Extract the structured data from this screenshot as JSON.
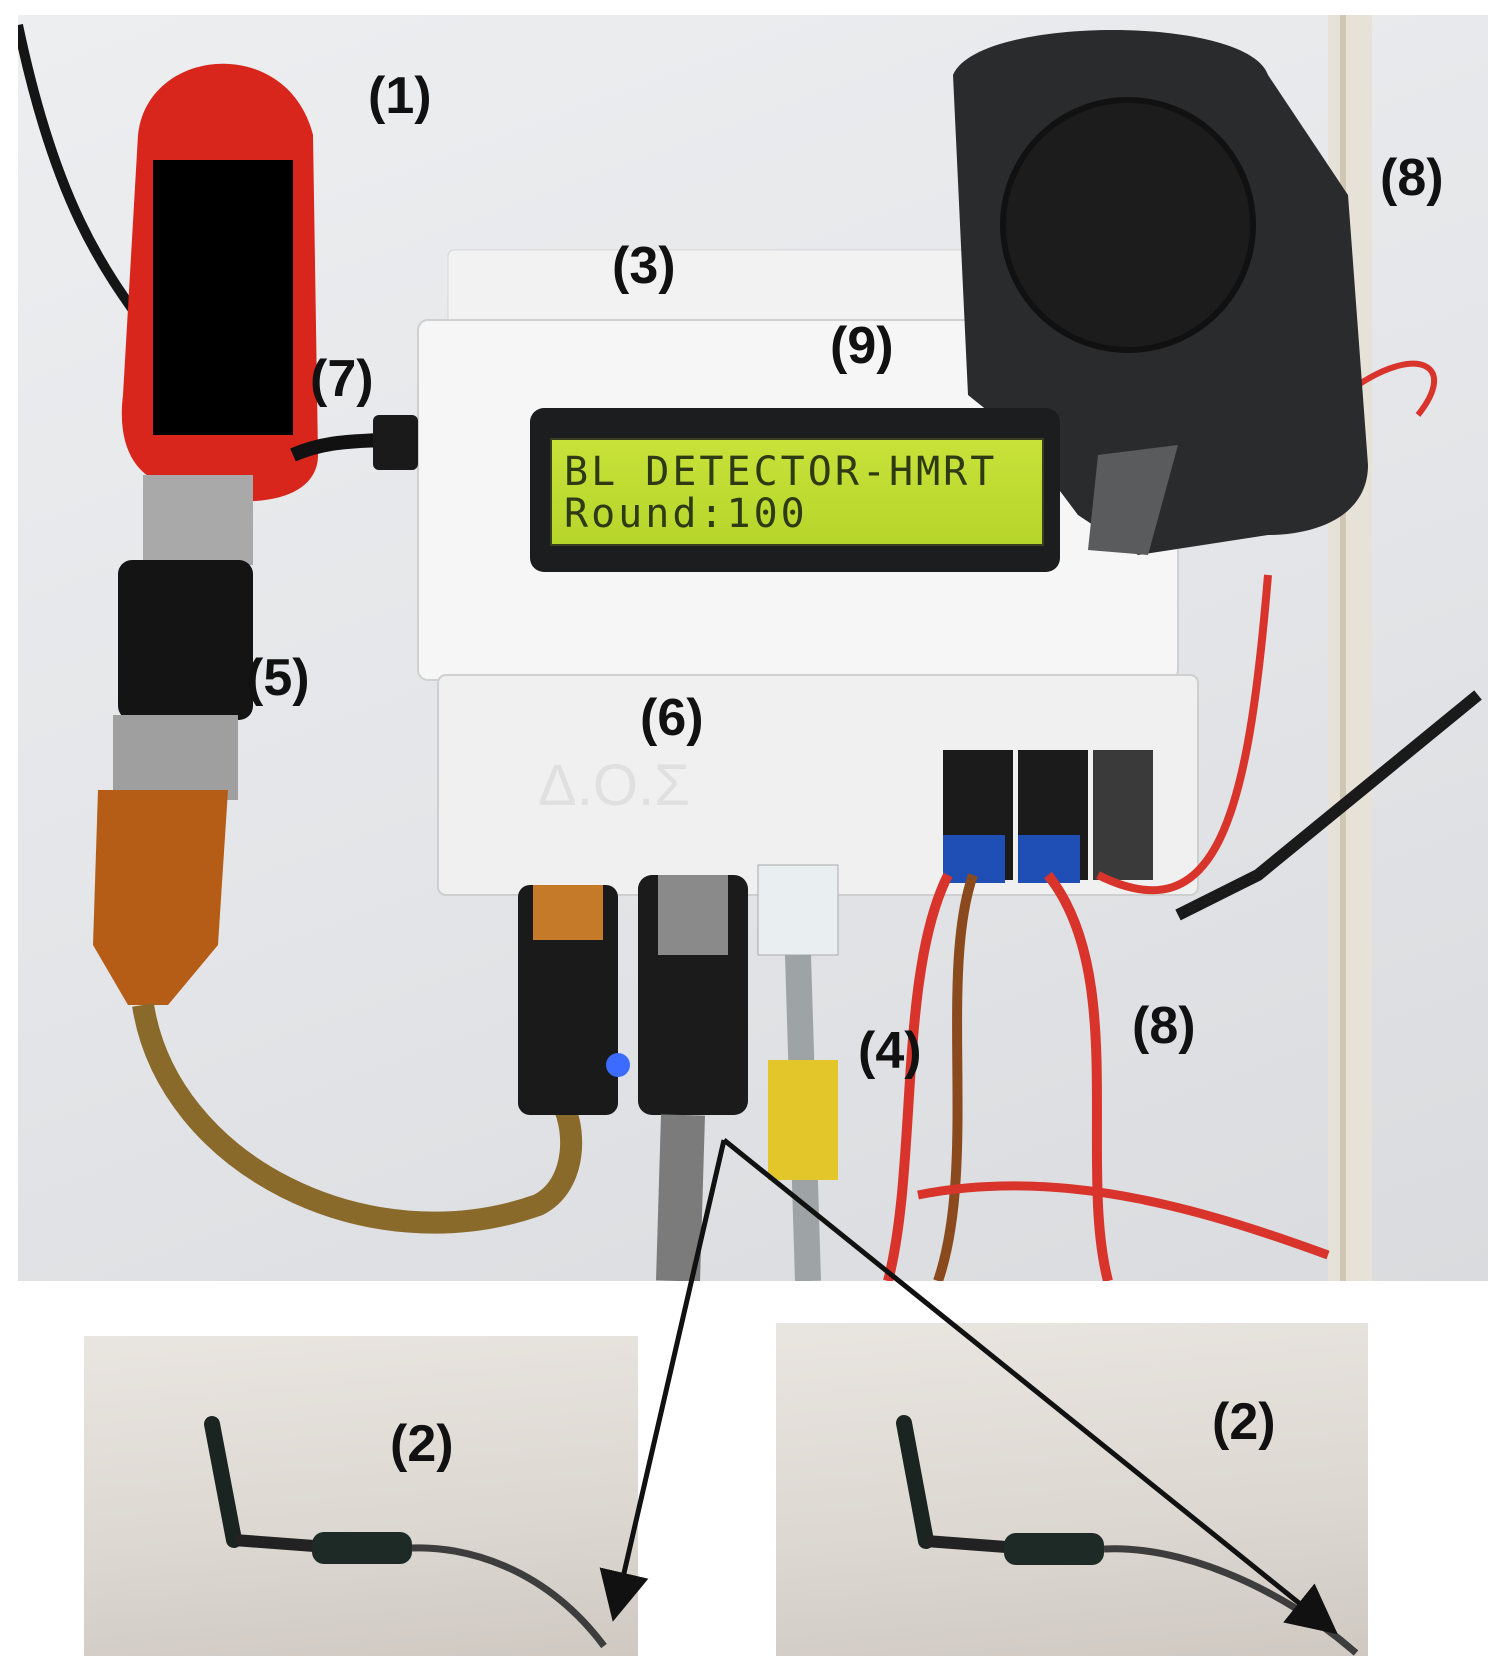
{
  "labels": {
    "l1": "(1)",
    "l2a": "(2)",
    "l2b": "(2)",
    "l3": "(3)",
    "l4": "(4)",
    "l5": "(5)",
    "l6": "(6)",
    "l7": "(7)",
    "l8a": "(8)",
    "l8b": "(8)",
    "l9": "(9)"
  },
  "lcd": {
    "line1": "BL DETECTOR-HMRT",
    "line2": "Round:100"
  },
  "enclosure_logo": "Δ.Ο.Σ",
  "colors": {
    "usb_stick": "#d9261c",
    "enclosure": "#f4f4f4",
    "lcd_backlight": "#c2dd34",
    "speaker": "#2a2b2d",
    "wire_red": "#d8342c",
    "arrow": "#111111"
  }
}
